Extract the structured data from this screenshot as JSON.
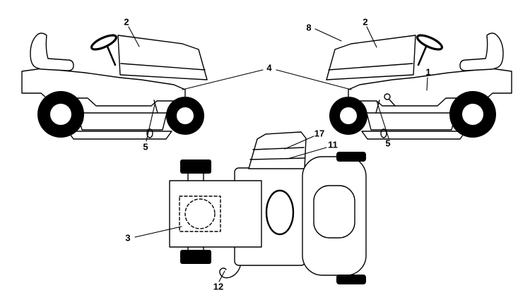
{
  "diagram": {
    "background_color": "#ffffff",
    "line_color": "#000000"
  },
  "callouts": [
    {
      "id": "hood-decal-left-view",
      "label": "2"
    },
    {
      "id": "side-panel-decal-both-views",
      "label": "4"
    },
    {
      "id": "deck-decal-left-view",
      "label": "5"
    },
    {
      "id": "hood-top-decal-right-view",
      "label": "8"
    },
    {
      "id": "hood-decal-right-view",
      "label": "2"
    },
    {
      "id": "fender-decal-right-view",
      "label": "1"
    },
    {
      "id": "deck-decal-right-view",
      "label": "5"
    },
    {
      "id": "console-upper-decal-top-view",
      "label": "17"
    },
    {
      "id": "console-lower-decal-top-view",
      "label": "11"
    },
    {
      "id": "engine-area-decal-top-view",
      "label": "3"
    },
    {
      "id": "cable-decal-top-view",
      "label": "12"
    }
  ]
}
